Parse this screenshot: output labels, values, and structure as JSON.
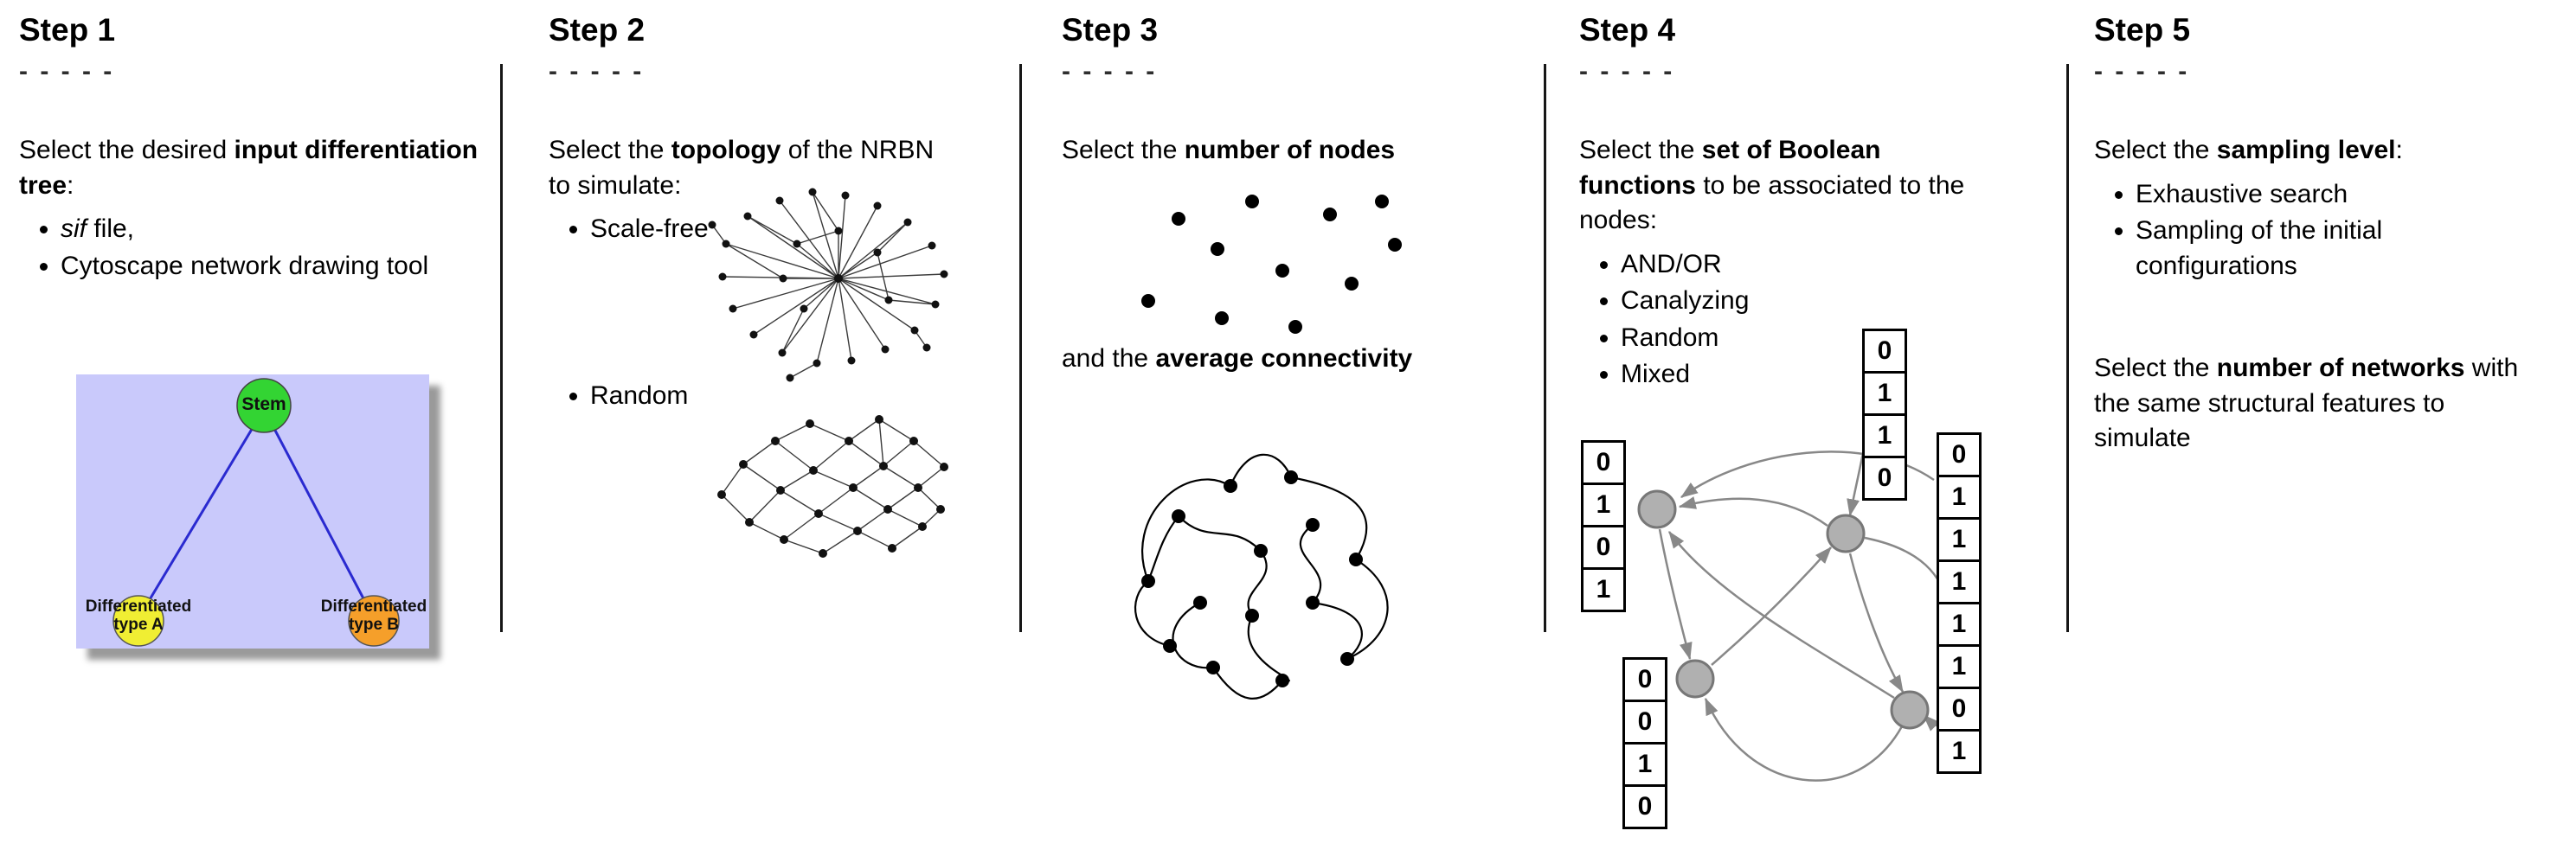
{
  "figure": {
    "dashes": "- - - - -",
    "colors": {
      "divider": "#161616",
      "text": "#000000"
    }
  },
  "steps": [
    {
      "title": "Step 1",
      "intro": [
        {
          "t": "Select the desired "
        },
        {
          "t": "input differentiation tree",
          "b": true
        },
        {
          "t": ":"
        }
      ],
      "bullets": [
        [
          {
            "t": "sif",
            "i": true
          },
          {
            "t": " file,"
          }
        ],
        [
          {
            "t": "Cytoscape network drawing tool"
          }
        ]
      ],
      "tree": {
        "root_label": "Stem",
        "left_label_line1": "Differentiated",
        "left_label_line2": "type A",
        "right_label_line1": "Differentiated",
        "right_label_line2": "type B",
        "background_color": "#c9c9fb",
        "root_color": "#33d433",
        "left_color": "#f0ee33",
        "right_color": "#f59f2a",
        "edge_color": "#2a2ad0"
      }
    },
    {
      "title": "Step 2",
      "intro": [
        {
          "t": "Select the "
        },
        {
          "t": "topology",
          "b": true
        },
        {
          "t": " of the NRBN to simulate:"
        }
      ],
      "bullets": [
        [
          {
            "t": "Scale-free"
          }
        ],
        [
          {
            "t": "Random"
          }
        ]
      ]
    },
    {
      "title": "Step 3",
      "intro": [
        {
          "t": "Select the "
        },
        {
          "t": "number of nodes",
          "b": true
        }
      ],
      "second": [
        {
          "t": "and the "
        },
        {
          "t": "average connectivity",
          "b": true
        }
      ]
    },
    {
      "title": "Step 4",
      "intro": [
        {
          "t": "Select the "
        },
        {
          "t": "set of Boolean functions",
          "b": true
        },
        {
          "t": " to be associated to the nodes:"
        }
      ],
      "bullets": [
        [
          {
            "t": "AND/OR"
          }
        ],
        [
          {
            "t": "Canalyzing"
          }
        ],
        [
          {
            "t": "Random"
          }
        ],
        [
          {
            "t": "Mixed"
          }
        ]
      ],
      "truth_tables": {
        "left": [
          "0",
          "1",
          "0",
          "1"
        ],
        "top": [
          "0",
          "1",
          "1",
          "0"
        ],
        "bottom": [
          "0",
          "0",
          "1",
          "0"
        ],
        "right": [
          "0",
          "1",
          "1",
          "1",
          "1",
          "1",
          "0",
          "1"
        ]
      },
      "colors": {
        "node_fill": "#b0b0b0",
        "node_stroke": "#777777",
        "arrow": "#888888"
      }
    },
    {
      "title": "Step 5",
      "intro": [
        {
          "t": "Select the "
        },
        {
          "t": "sampling level",
          "b": true
        },
        {
          "t": ":"
        }
      ],
      "bullets": [
        [
          {
            "t": "Exhaustive search"
          }
        ],
        [
          {
            "t": "Sampling of the initial configurations"
          }
        ]
      ],
      "second": [
        {
          "t": "Select the "
        },
        {
          "t": "number of networks",
          "b": true
        },
        {
          "t": " with the same structural features to simulate"
        }
      ]
    }
  ]
}
